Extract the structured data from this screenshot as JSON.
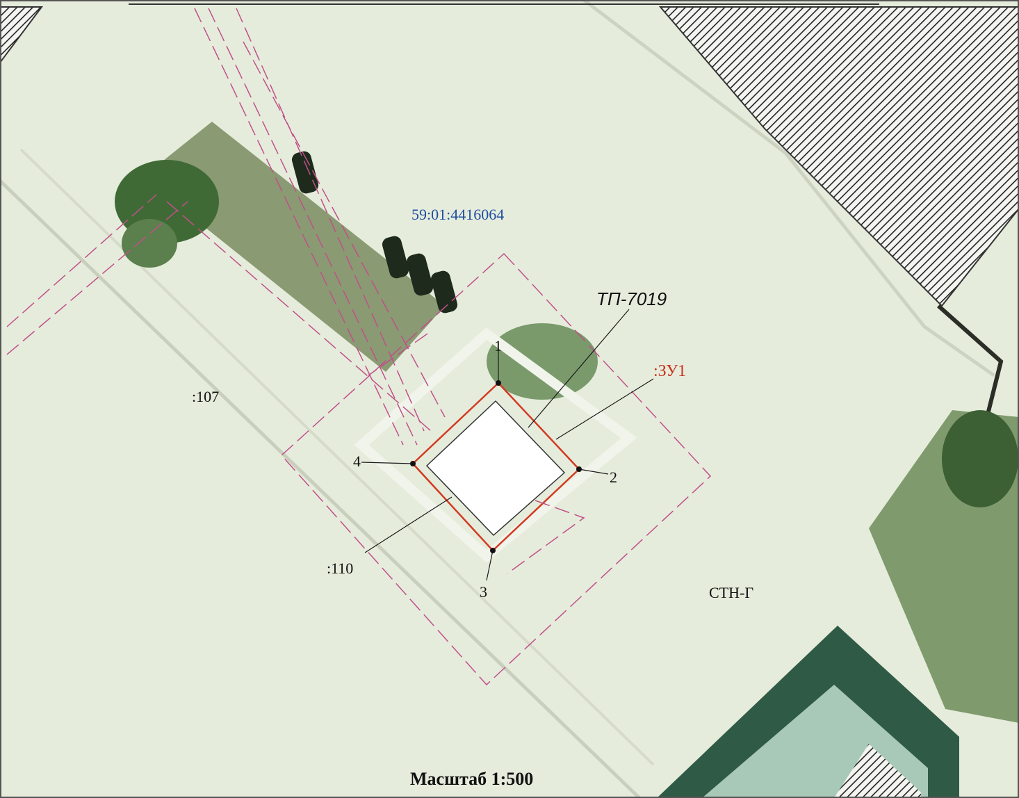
{
  "map": {
    "cadastral_quarter": "59:01:4416064",
    "parcels": [
      ":107",
      ":110"
    ],
    "object_label": "ТП-7019",
    "new_plot_label": ":ЗУ1",
    "zone_label": "СТН-Г",
    "scale_label": "Масштаб 1:500",
    "points": [
      "1",
      "2",
      "3",
      "4"
    ]
  },
  "colors": {
    "terrain": "#e7eddd",
    "boundary_red": "#d23a22",
    "dashed_magenta": "#c0508a",
    "cadastral_text": "#1e4fa0",
    "zone_text_red": "#c8321e"
  }
}
